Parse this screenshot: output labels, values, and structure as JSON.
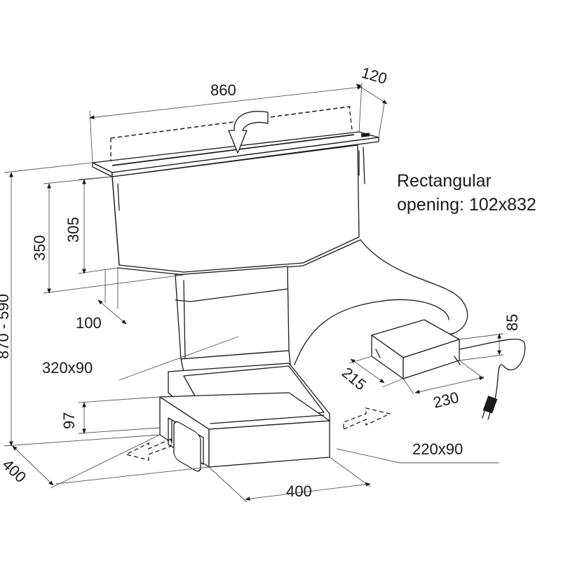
{
  "dimensions": {
    "width_top": "860",
    "depth_top": "120",
    "height_total": "870 - 590",
    "height_350": "350",
    "height_305": "305",
    "offset_100": "100",
    "chimney_section": "320x90",
    "base_height": "97",
    "base_depth": "400",
    "base_width": "400",
    "outlet_section": "220x90",
    "motor_height": "85",
    "motor_depth": "215",
    "motor_width": "230"
  },
  "note": {
    "line1": "Rectangular",
    "line2": "opening: 102x832"
  }
}
